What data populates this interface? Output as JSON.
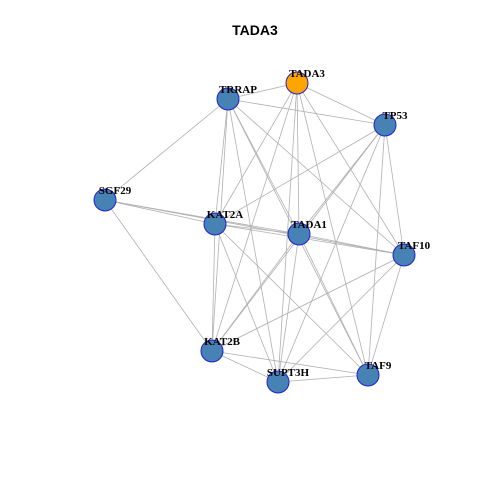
{
  "title": "TADA3",
  "colors": {
    "node_fill": "#4682b4",
    "node_stroke": "#1f1fd0",
    "focus_fill": "#ffa500",
    "focus_stroke": "#1f1fd0",
    "edge": "#b0b0b0"
  },
  "nodes": [
    {
      "id": "TADA3",
      "label": "TADA3",
      "focus": true
    },
    {
      "id": "TRRAP",
      "label": "TRRAP",
      "focus": false
    },
    {
      "id": "TP53",
      "label": "TP53",
      "focus": false
    },
    {
      "id": "SGF29",
      "label": "SGF29",
      "focus": false
    },
    {
      "id": "KAT2A",
      "label": "KAT2A",
      "focus": false
    },
    {
      "id": "TADA1",
      "label": "TADA1",
      "focus": false
    },
    {
      "id": "TAF10",
      "label": "TAF10",
      "focus": false
    },
    {
      "id": "KAT2B",
      "label": "KAT2B",
      "focus": false
    },
    {
      "id": "SUPT3H",
      "label": "SUPT3H",
      "focus": false
    },
    {
      "id": "TAF9",
      "label": "TAF9",
      "focus": false
    }
  ],
  "edges": [
    [
      "TADA3",
      "TRRAP"
    ],
    [
      "TADA3",
      "TP53"
    ],
    [
      "TADA3",
      "KAT2A"
    ],
    [
      "TADA3",
      "TADA1"
    ],
    [
      "TADA3",
      "TAF10"
    ],
    [
      "TADA3",
      "KAT2B"
    ],
    [
      "TADA3",
      "SUPT3H"
    ],
    [
      "TADA3",
      "TAF9"
    ],
    [
      "TRRAP",
      "TP53"
    ],
    [
      "TRRAP",
      "SGF29"
    ],
    [
      "TRRAP",
      "KAT2A"
    ],
    [
      "TRRAP",
      "TADA1"
    ],
    [
      "TRRAP",
      "TAF10"
    ],
    [
      "TRRAP",
      "KAT2B"
    ],
    [
      "TRRAP",
      "SUPT3H"
    ],
    [
      "TRRAP",
      "TAF9"
    ],
    [
      "TP53",
      "KAT2A"
    ],
    [
      "TP53",
      "TADA1"
    ],
    [
      "TP53",
      "TAF10"
    ],
    [
      "TP53",
      "KAT2B"
    ],
    [
      "TP53",
      "SUPT3H"
    ],
    [
      "TP53",
      "TAF9"
    ],
    [
      "SGF29",
      "KAT2A"
    ],
    [
      "SGF29",
      "TADA1"
    ],
    [
      "SGF29",
      "TAF10"
    ],
    [
      "SGF29",
      "KAT2B"
    ],
    [
      "KAT2A",
      "TADA1"
    ],
    [
      "KAT2A",
      "TAF10"
    ],
    [
      "KAT2A",
      "KAT2B"
    ],
    [
      "KAT2A",
      "SUPT3H"
    ],
    [
      "KAT2A",
      "TAF9"
    ],
    [
      "TADA1",
      "TAF10"
    ],
    [
      "TADA1",
      "KAT2B"
    ],
    [
      "TADA1",
      "SUPT3H"
    ],
    [
      "TADA1",
      "TAF9"
    ],
    [
      "TAF10",
      "KAT2B"
    ],
    [
      "TAF10",
      "SUPT3H"
    ],
    [
      "TAF10",
      "TAF9"
    ],
    [
      "KAT2B",
      "SUPT3H"
    ],
    [
      "KAT2B",
      "TAF9"
    ],
    [
      "SUPT3H",
      "TAF9"
    ]
  ]
}
